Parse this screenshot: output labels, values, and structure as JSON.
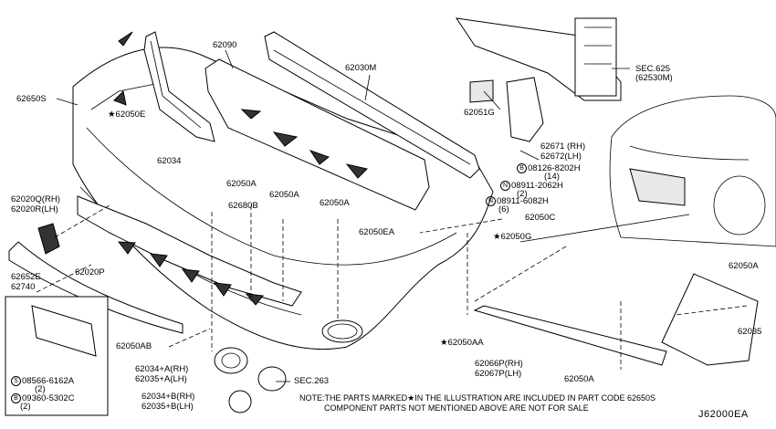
{
  "diagram": {
    "parts": {
      "p62650S": "62650S",
      "p62050E": "62050E",
      "p62090": "62090",
      "p62030M": "62030M",
      "sec625": "SEC.625",
      "sec625b": "(62530M)",
      "p62051G": "62051G",
      "p62034": "62034",
      "p62671": "62671 (RH)",
      "p62672": "62672(LH)",
      "bolt1": "08126-8202H",
      "bolt1q": "(14)",
      "nut1": "08911-2062H",
      "nut1q": "(2)",
      "nut2": "08911-6082H",
      "nut2q": "(6)",
      "p62050C": "62050C",
      "p62020Q": "62020Q(RH)",
      "p62020R": "62020R(LH)",
      "p62050A_1": "62050A",
      "p62680B": "62680B",
      "p62050A_2": "62050A",
      "p62050A_3": "62050A",
      "p62050EA": "62050EA",
      "p62050G": "62050G",
      "p62050A_4": "62050A",
      "p62652E": "62652E",
      "p62740": "62740",
      "p62020P": "62020P",
      "p62035": "62035",
      "p62050AB": "62050AB",
      "p62050AA": "62050AA",
      "p62034A": "62034+A(RH)",
      "p62035A": "62035+A(LH)",
      "p62066P": "62066P(RH)",
      "p62067P": "62067P(LH)",
      "p62050A_5": "62050A",
      "screw1": "08566-6162A",
      "screw1q": "(2)",
      "bolt2": "09360-5302C",
      "bolt2q": "(2)",
      "p62034B": "62034+B(RH)",
      "p62035B": "62035+B(LH)",
      "sec263": "SEC.263"
    },
    "markers": {
      "S": "S",
      "B": "B",
      "N": "N",
      "star": "★"
    },
    "note_line1": "NOTE:THE PARTS MARKED★IN THE ILLUSTRATION ARE INCLUDED IN PART CODE 62650S",
    "note_line2": "COMPONENT PARTS NOT MENTIONED ABOVE ARE NOT FOR SALE",
    "diagram_code": "J62000EA"
  }
}
